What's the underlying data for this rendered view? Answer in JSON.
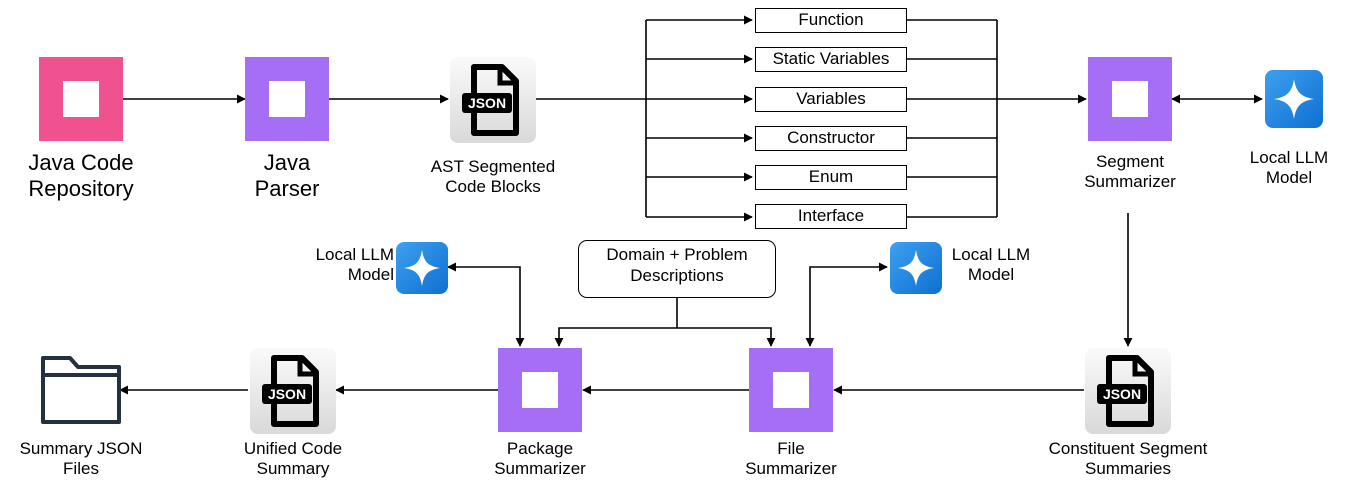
{
  "nodes": {
    "java_repo": {
      "line1": "Java Code",
      "line2": "Repository",
      "color": "#F0518F"
    },
    "java_parser": {
      "line1": "Java",
      "line2": "Parser",
      "color": "#A56EF5"
    },
    "ast_blocks": {
      "line1": "AST Segmented",
      "line2": "Code Blocks",
      "icon": "json-file-icon"
    },
    "segment_summarizer": {
      "line1": "Segment",
      "line2": "Summarizer",
      "color": "#A56EF5"
    },
    "llm_top": {
      "line1": "Local LLM",
      "line2": "Model",
      "icon": "sparkle-icon"
    },
    "constituent": {
      "line1": "Constituent Segment",
      "line2": "Summaries",
      "icon": "json-file-icon"
    },
    "file_summarizer": {
      "line1": "File",
      "line2": "Summarizer",
      "color": "#A56EF5"
    },
    "package_summarizer": {
      "line1": "Package",
      "line2": "Summarizer",
      "color": "#A56EF5"
    },
    "llm_left": {
      "line1": "Local LLM",
      "line2": "Model",
      "icon": "sparkle-icon"
    },
    "llm_right": {
      "line1": "Local LLM",
      "line2": "Model",
      "icon": "sparkle-icon"
    },
    "domain_box": {
      "line1": "Domain + Problem",
      "line2": "Descriptions"
    },
    "unified": {
      "line1": "Unified Code",
      "line2": "Summary",
      "icon": "json-file-icon"
    },
    "summary_files": {
      "line1": "Summary JSON",
      "line2": "Files",
      "icon": "folder-icon"
    }
  },
  "segments": [
    "Function",
    "Static Variables",
    "Variables",
    "Constructor",
    "Enum",
    "Interface"
  ],
  "json_badge": "JSON"
}
